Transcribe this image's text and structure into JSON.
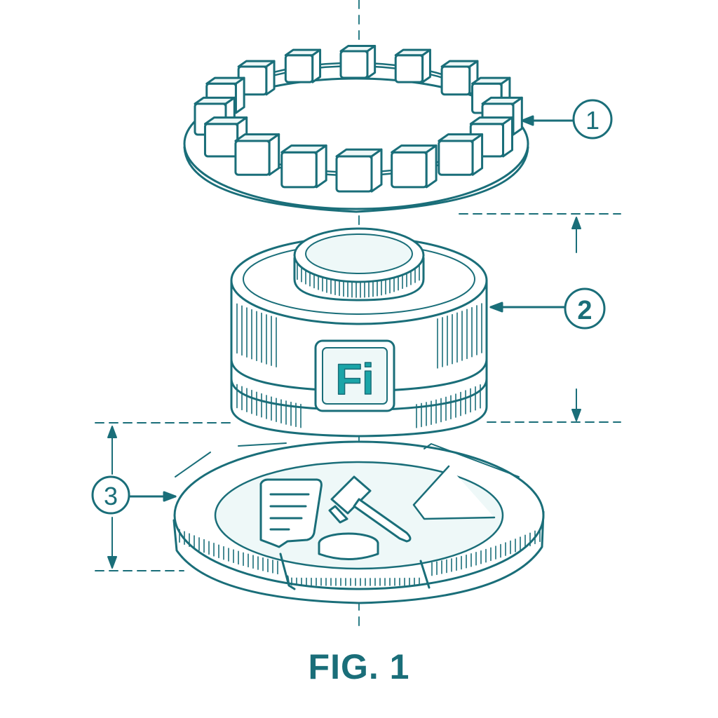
{
  "colors": {
    "line": "#1a6e79",
    "line_light": "#4aa4ac",
    "fill": "#ffffff",
    "fill_tint": "#eef8f8",
    "logo": "#1aa5a8"
  },
  "callouts": {
    "part1": "1",
    "part2": "2",
    "part3": "3"
  },
  "logo_text": "Fi",
  "caption": "FIG. 1",
  "icons": [
    "beaded-ring",
    "central-cylinder",
    "fi-logo",
    "segmented-base-disc",
    "document-icon",
    "gavel-icon"
  ]
}
